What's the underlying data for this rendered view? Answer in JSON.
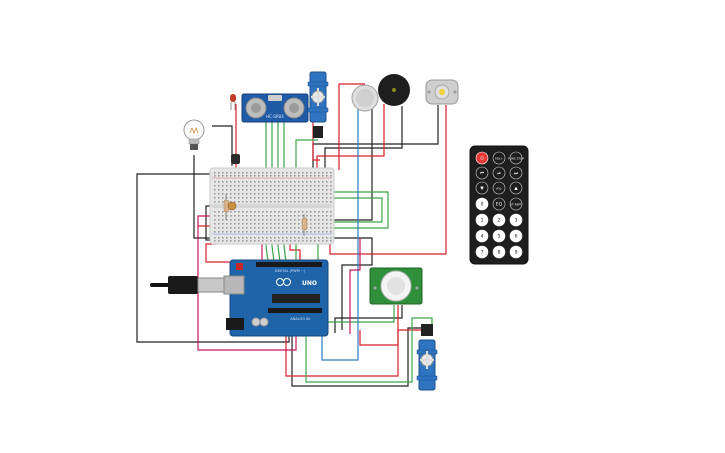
{
  "colors": {
    "background": "#ffffff",
    "wire_black": "#222222",
    "wire_red": "#d81e2a",
    "wire_green": "#3aa34a",
    "wire_blue": "#2a7fc4",
    "wire_pink": "#c2185b",
    "wire_orange": "#e08a1e",
    "arduino_blue": "#1f63a8",
    "servo_blue": "#2f74c0",
    "pir_green": "#2f8f3a",
    "remote_black": "#1e1e1e"
  },
  "components": {
    "ultrasonic_label": "HC-SR04",
    "arduino_brand": "UNO",
    "arduino_digital_label": "DIGITAL (PWM ~)",
    "arduino_analog_label": "ANALOG IN",
    "remote": {
      "buttons": [
        "⏻",
        "VOL+",
        "FUNC\nSTOP",
        "⏮",
        "⏯",
        "⏭",
        "▼",
        "VOL-",
        "▲",
        "0",
        "EQ",
        "ST\nREPT",
        "1",
        "2",
        "3",
        "4",
        "5",
        "6",
        "7",
        "8",
        "9"
      ]
    }
  }
}
